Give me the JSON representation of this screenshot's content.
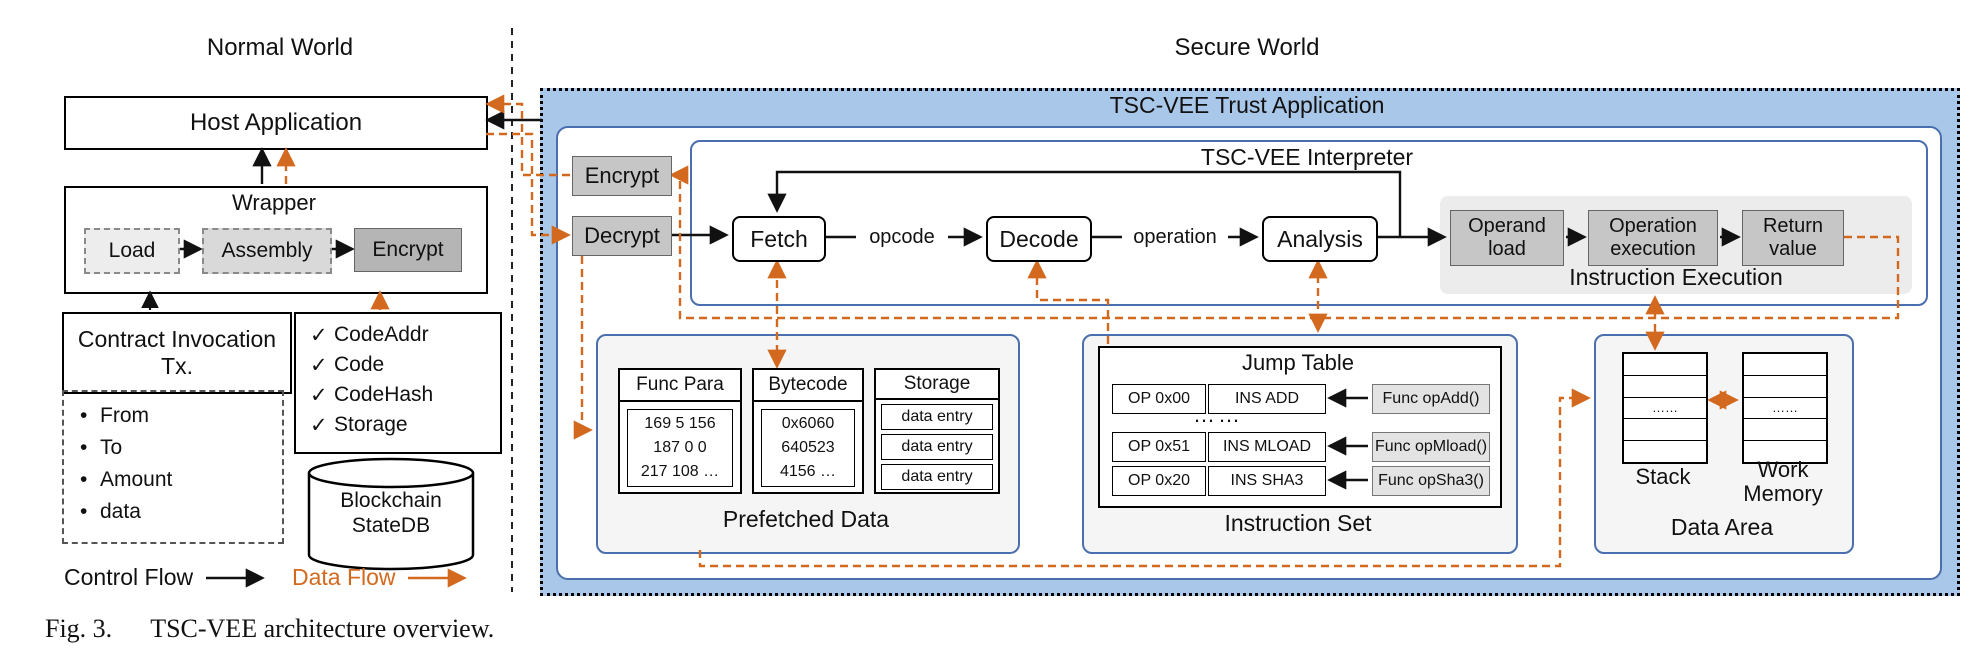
{
  "caption": {
    "fig_label": "Fig. 3.",
    "text": "TSC-VEE architecture overview."
  },
  "glyphs": {
    "check": "✓",
    "bullet": "•"
  },
  "colors": {
    "accent_orange": "#d2691e",
    "secure_bg": "#a9c7e8",
    "panel_border": "#4a6fae",
    "box_gray": "#c6c6c6"
  },
  "normal_world": {
    "title": "Normal World",
    "host_application": "Host Application",
    "wrapper": {
      "title": "Wrapper",
      "steps": [
        "Load",
        "Assembly",
        "Encrypt"
      ]
    },
    "contract_tx": {
      "title": "Contract Invocation Tx.",
      "fields": [
        "From",
        "To",
        "Amount",
        "data"
      ]
    },
    "checklist": {
      "items": [
        "CodeAddr",
        "Code",
        "CodeHash",
        "Storage"
      ]
    },
    "statedb_label": "Blockchain StateDB",
    "legend": {
      "control": "Control Flow",
      "data": "Data Flow"
    }
  },
  "secure_world": {
    "title": "Secure World",
    "trust_app_title": "TSC-VEE Trust Application",
    "encrypt_label": "Encrypt",
    "decrypt_label": "Decrypt",
    "interpreter": {
      "title": "TSC-VEE Interpreter",
      "fetch": "Fetch",
      "opcode": "opcode",
      "decode": "Decode",
      "operation": "operation",
      "analysis": "Analysis",
      "execution": {
        "title": "Instruction Execution",
        "steps": [
          "Operand load",
          "Operation execution",
          "Return value"
        ]
      }
    },
    "prefetched": {
      "title": "Prefetched Data",
      "func_para": {
        "title": "Func Para",
        "lines": [
          "169 5 156",
          "187 0 0",
          "217 108 …"
        ]
      },
      "bytecode": {
        "title": "Bytecode",
        "lines": [
          "0x6060",
          "640523",
          "4156 …"
        ]
      },
      "storage": {
        "title": "Storage",
        "rows": [
          "data entry",
          "data entry",
          "data entry"
        ]
      }
    },
    "instruction_set": {
      "title": "Instruction Set",
      "jump_table_title": "Jump Table",
      "dots": "……",
      "rows": [
        {
          "op": "OP 0x00",
          "ins": "INS ADD",
          "func": "Func opAdd()"
        },
        {
          "op": "OP 0x51",
          "ins": "INS MLOAD",
          "func": "Func opMload()"
        },
        {
          "op": "OP 0x20",
          "ins": "INS SHA3",
          "func": "Func opSha3()"
        }
      ]
    },
    "data_area": {
      "title": "Data Area",
      "stack_label": "Stack",
      "work_memory_label": "Work Memory",
      "dots": "……"
    }
  }
}
